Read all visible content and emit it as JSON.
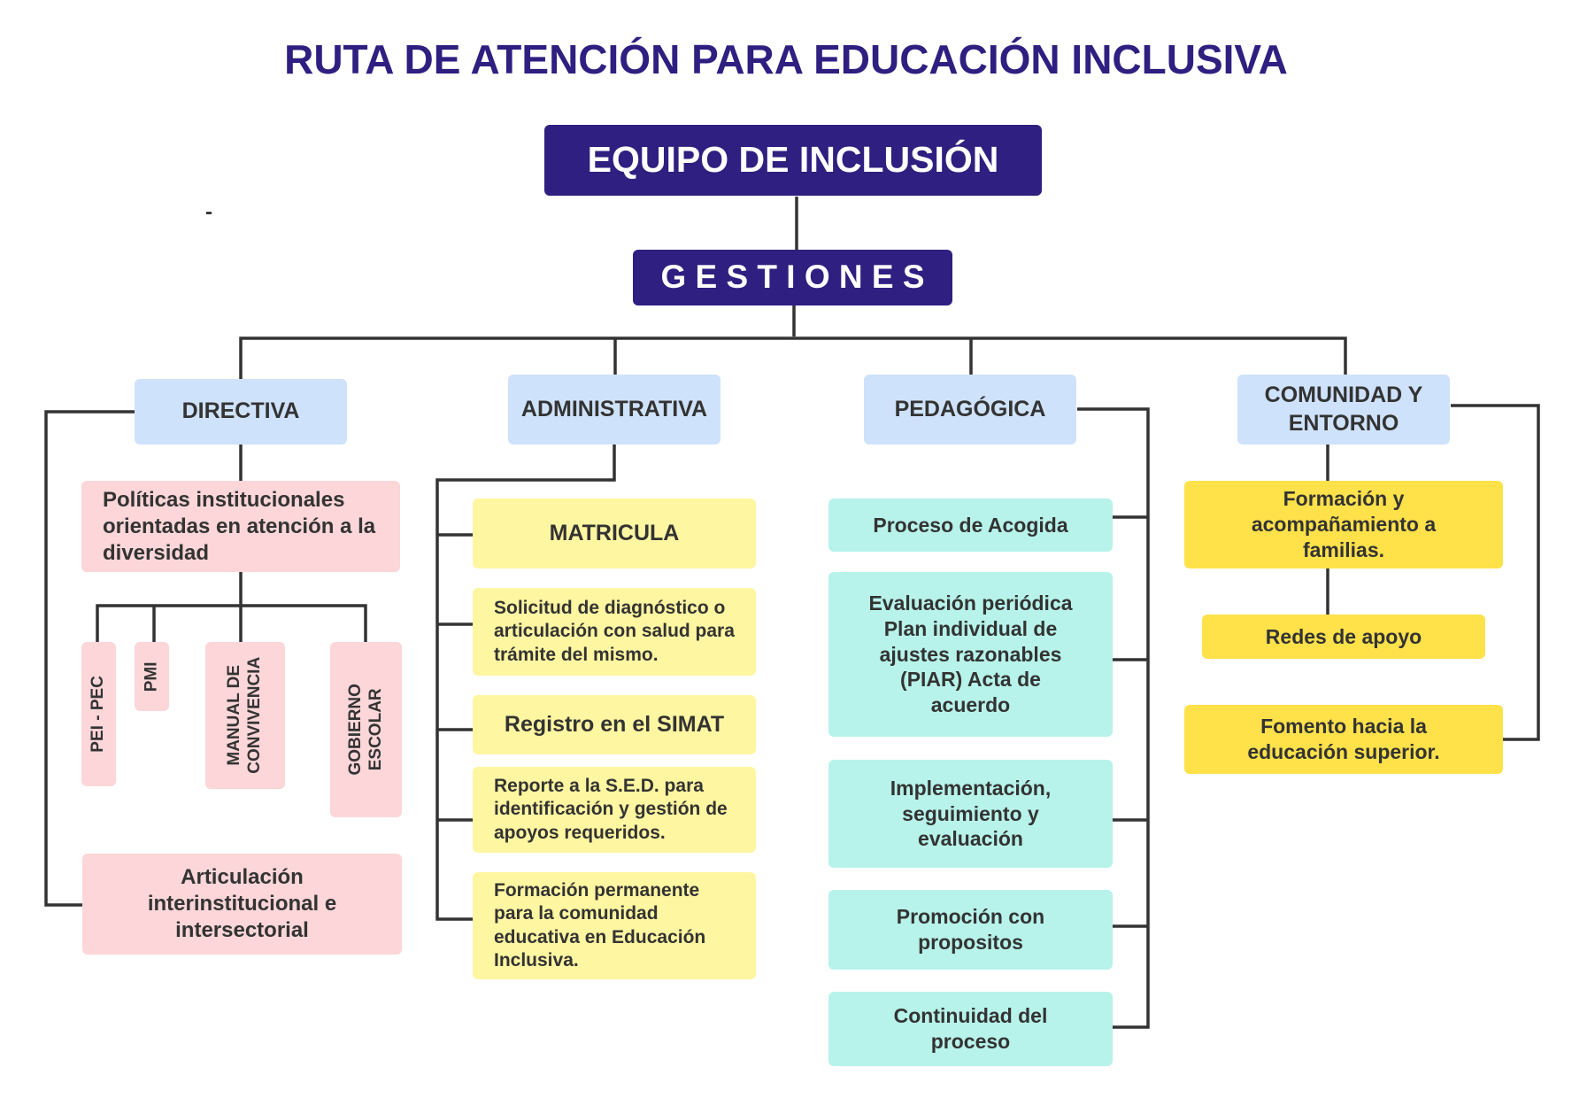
{
  "title": "RUTA DE ATENCIÓN PARA EDUCACIÓN INCLUSIVA",
  "root": "EQUIPO DE INCLUSIÓN",
  "stray_mark": "-",
  "gestiones": "G E S T I O N E S",
  "branches": {
    "directiva": {
      "label": "DIRECTIVA",
      "politicas": "Políticas institucionales orientadas en atención a la diversidad",
      "items": [
        "PEI - PEC",
        "PMI",
        "MANUAL DE CONVIVENCIA",
        "GOBIERNO ESCOLAR"
      ],
      "articulacion": "Articulación interinstitucional e intersectorial"
    },
    "administrativa": {
      "label": "ADMINISTRATIVA",
      "items": [
        "MATRICULA",
        "Solicitud de diagnóstico o articulación con salud para trámite del mismo.",
        "Registro en el SIMAT",
        "Reporte a la S.E.D. para identificación y gestión de apoyos requeridos.",
        "Formación permanente para la comunidad educativa en Educación Inclusiva."
      ]
    },
    "pedagogica": {
      "label": "PEDAGÓGICA",
      "items": [
        "Proceso de Acogida",
        "Evaluación periódica Plan individual de ajustes razonables (PIAR) Acta de acuerdo",
        "Implementación, seguimiento y evaluación",
        "Promoción con propositos",
        "Continuidad del proceso"
      ]
    },
    "comunidad": {
      "label": "COMUNIDAD Y ENTORNO",
      "items": [
        "Formación y acompañamiento a familias.",
        "Redes de apoyo",
        "Fomento hacia la educación superior."
      ]
    }
  },
  "colors": {
    "navy": "#2e1f80",
    "blue": "#cfe2fb",
    "pink": "#fcd6d9",
    "yellow": "#fff6a1",
    "teal": "#b7f3ea",
    "gold": "#ffe14a",
    "line": "#333333"
  }
}
